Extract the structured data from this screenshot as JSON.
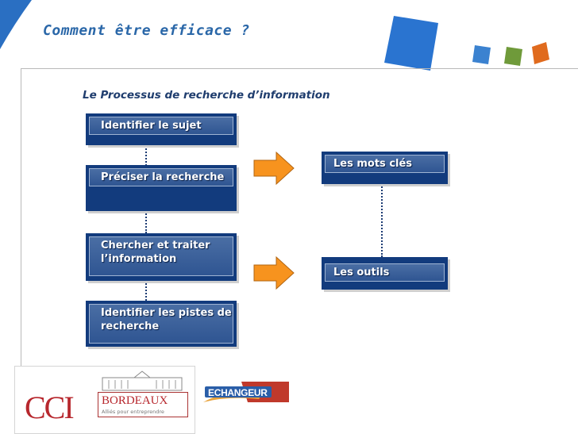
{
  "title": "Comment être efficace ?",
  "subtitle": "Le Processus de recherche d’information",
  "steps": [
    "Identifier le sujet",
    "Préciser la recherche",
    "Chercher et traiter l’information",
    "Identifier les pistes de recherche"
  ],
  "results": [
    "Les mots clés",
    "Les outils"
  ],
  "logos": {
    "cci_text": "CCI",
    "cci_city": "BORDEAUX",
    "cci_tagline": "Alliés pour entreprendre",
    "echangeur": "ECHANGEUR"
  },
  "colors": {
    "box_dark": "#123b7d",
    "box_light": "#3a62a0",
    "arrow": "#f7931e",
    "title": "#2a67a8",
    "deco_blue": "#2f7fd0",
    "deco_green": "#6f9a3a",
    "deco_orange": "#e06b1e"
  }
}
